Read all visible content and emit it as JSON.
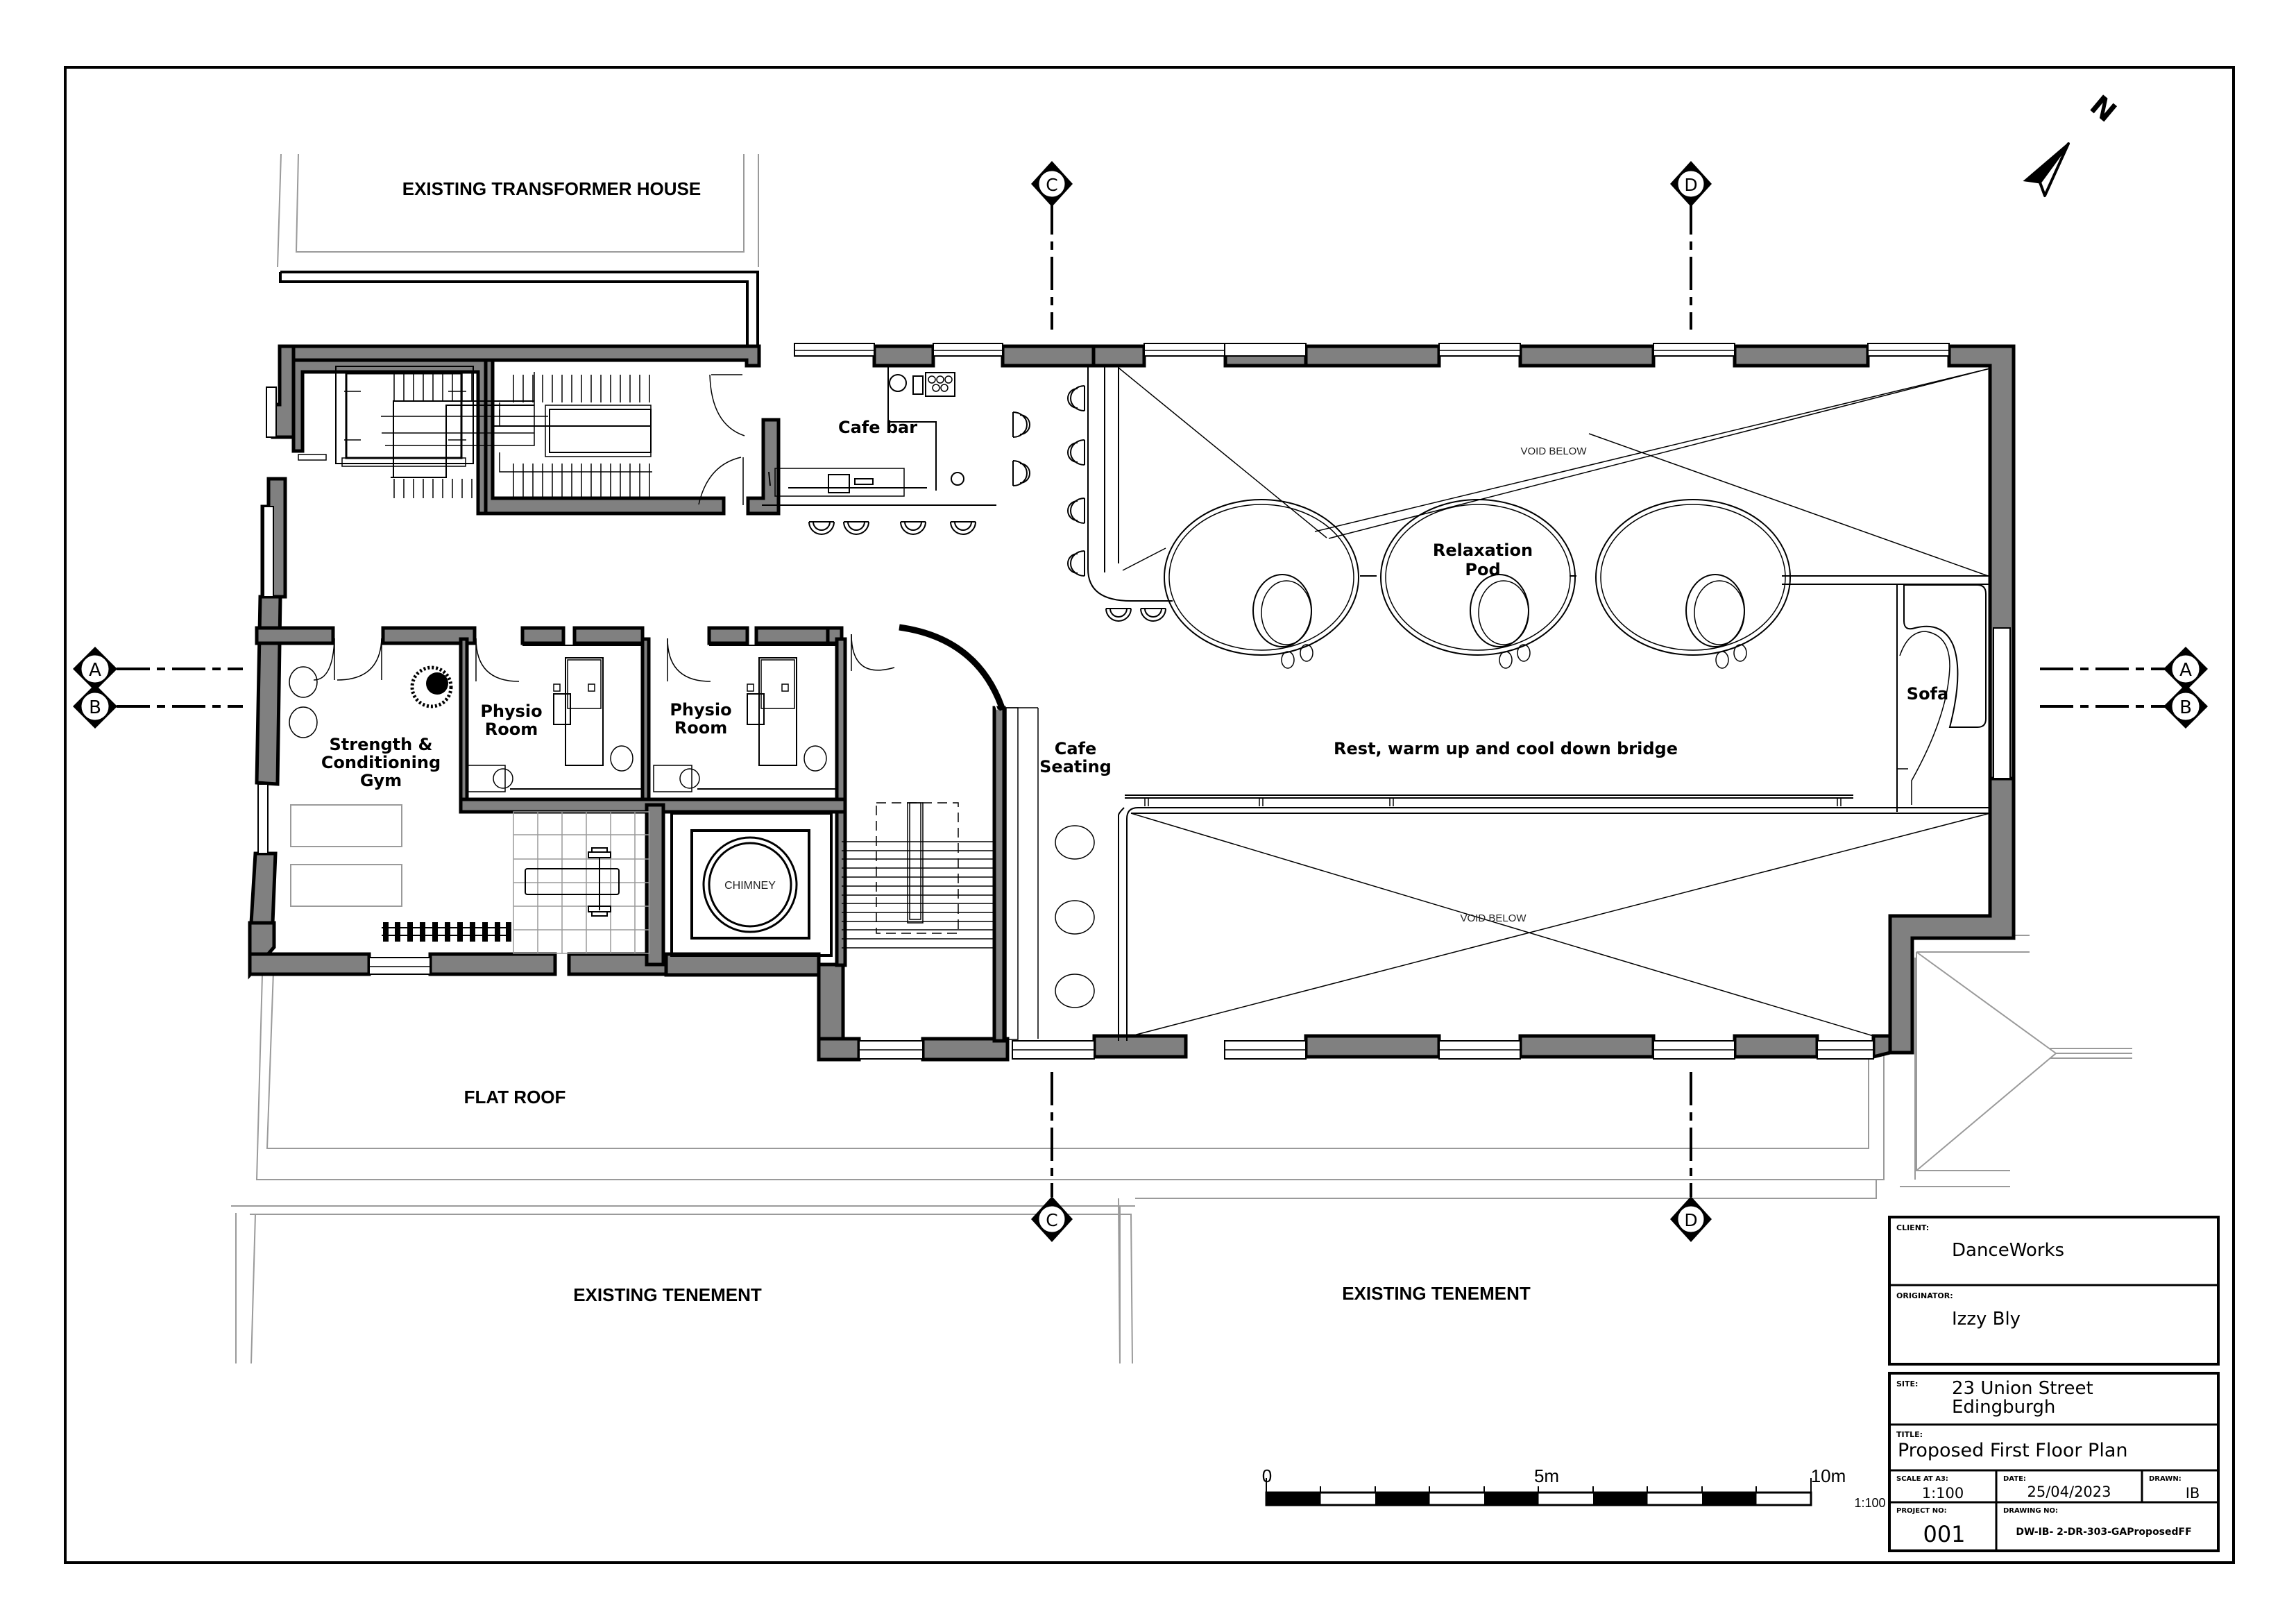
{
  "drawing": {
    "title": "Proposed First Floor Plan",
    "scale_label": "1:100"
  },
  "rooms": {
    "transformer_house": "EXISTING TRANSFORMER HOUSE",
    "cafe_bar": "Cafe bar",
    "gym_line1": "Strength &",
    "gym_line2": "Conditioning",
    "gym_line3": "Gym",
    "physio1_line1": "Physio",
    "physio1_line2": "Room",
    "physio2_line1": "Physio",
    "physio2_line2": "Room",
    "chimney": "CHIMNEY",
    "cafe_seating_line1": "Cafe",
    "cafe_seating_line2": "Seating",
    "relaxation_line1": "Relaxation",
    "relaxation_line2": "Pod",
    "bridge": "Rest, warm up and cool down bridge",
    "sofa": "Sofa",
    "void_below_top": "VOID BELOW",
    "void_below_bottom": "VOID BELOW",
    "flat_roof": "FLAT ROOF",
    "tenement_left": "EXISTING TENEMENT",
    "tenement_right": "EXISTING TENEMENT"
  },
  "section_markers": {
    "A": "A",
    "B": "B",
    "C": "C",
    "D": "D"
  },
  "north_arrow": {
    "label": "N",
    "icon": "north-arrow-icon"
  },
  "scale_bar": {
    "start": "0",
    "mid": "5m",
    "end": "10m",
    "ratio": "1:100",
    "divisions": 10
  },
  "title_block": {
    "client_label": "CLIENT:",
    "client": "DanceWorks",
    "originator_label": "ORIGINATOR:",
    "originator": "Izzy Bly",
    "site_label": "SITE:",
    "site_line1": "23 Union Street",
    "site_line2": "Edingburgh",
    "title_label": "TITLE:",
    "title": "Proposed First Floor Plan",
    "scale_label": "SCALE AT A3:",
    "scale": "1:100",
    "date_label": "DATE:",
    "date": "25/04/2023",
    "drawn_label": "DRAWN:",
    "drawn": "IB",
    "project_no_label": "PROJECT NO:",
    "project_no": "001",
    "drawing_no_label": "DRAWING NO:",
    "drawing_no": "DW-IB- 2-DR-303-GAProposedFF"
  },
  "colors": {
    "wall_fill": "#808080",
    "line": "#000000",
    "context_line": "#8a8a8a",
    "background": "#ffffff"
  }
}
